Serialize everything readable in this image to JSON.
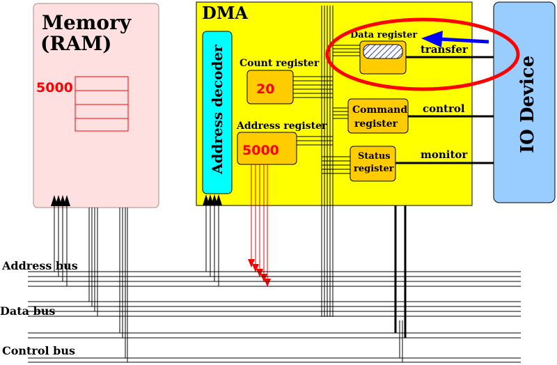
{
  "memory": {
    "title_line1": "Memory",
    "title_line2": "(RAM)",
    "address_label": "5000"
  },
  "dma": {
    "title": "DMA",
    "address_decoder": "Address decoder",
    "count_register": {
      "label": "Count  register",
      "value": "20"
    },
    "address_register": {
      "label": "Address register",
      "value": "5000"
    },
    "data_register": {
      "label": "Data register"
    },
    "command_register": {
      "label_line1": "Command",
      "label_line2": "register"
    },
    "status_register": {
      "label_line1": "Status",
      "label_line2": "register"
    }
  },
  "io_device": {
    "label": "IO Device"
  },
  "signals": {
    "transfer": "transfer",
    "control": "control",
    "monitor": "monitor"
  },
  "buses": {
    "address": "Address bus",
    "data": "Data bus",
    "control": "Control bus"
  },
  "colors": {
    "memory_fill": "#ffe0e0",
    "dma_fill": "#ffff00",
    "register_fill": "#ffcc00",
    "decoder_fill": "#00ffff",
    "io_fill": "#99ccff",
    "highlight": "#ff0000",
    "arrow": "#0000ff"
  }
}
